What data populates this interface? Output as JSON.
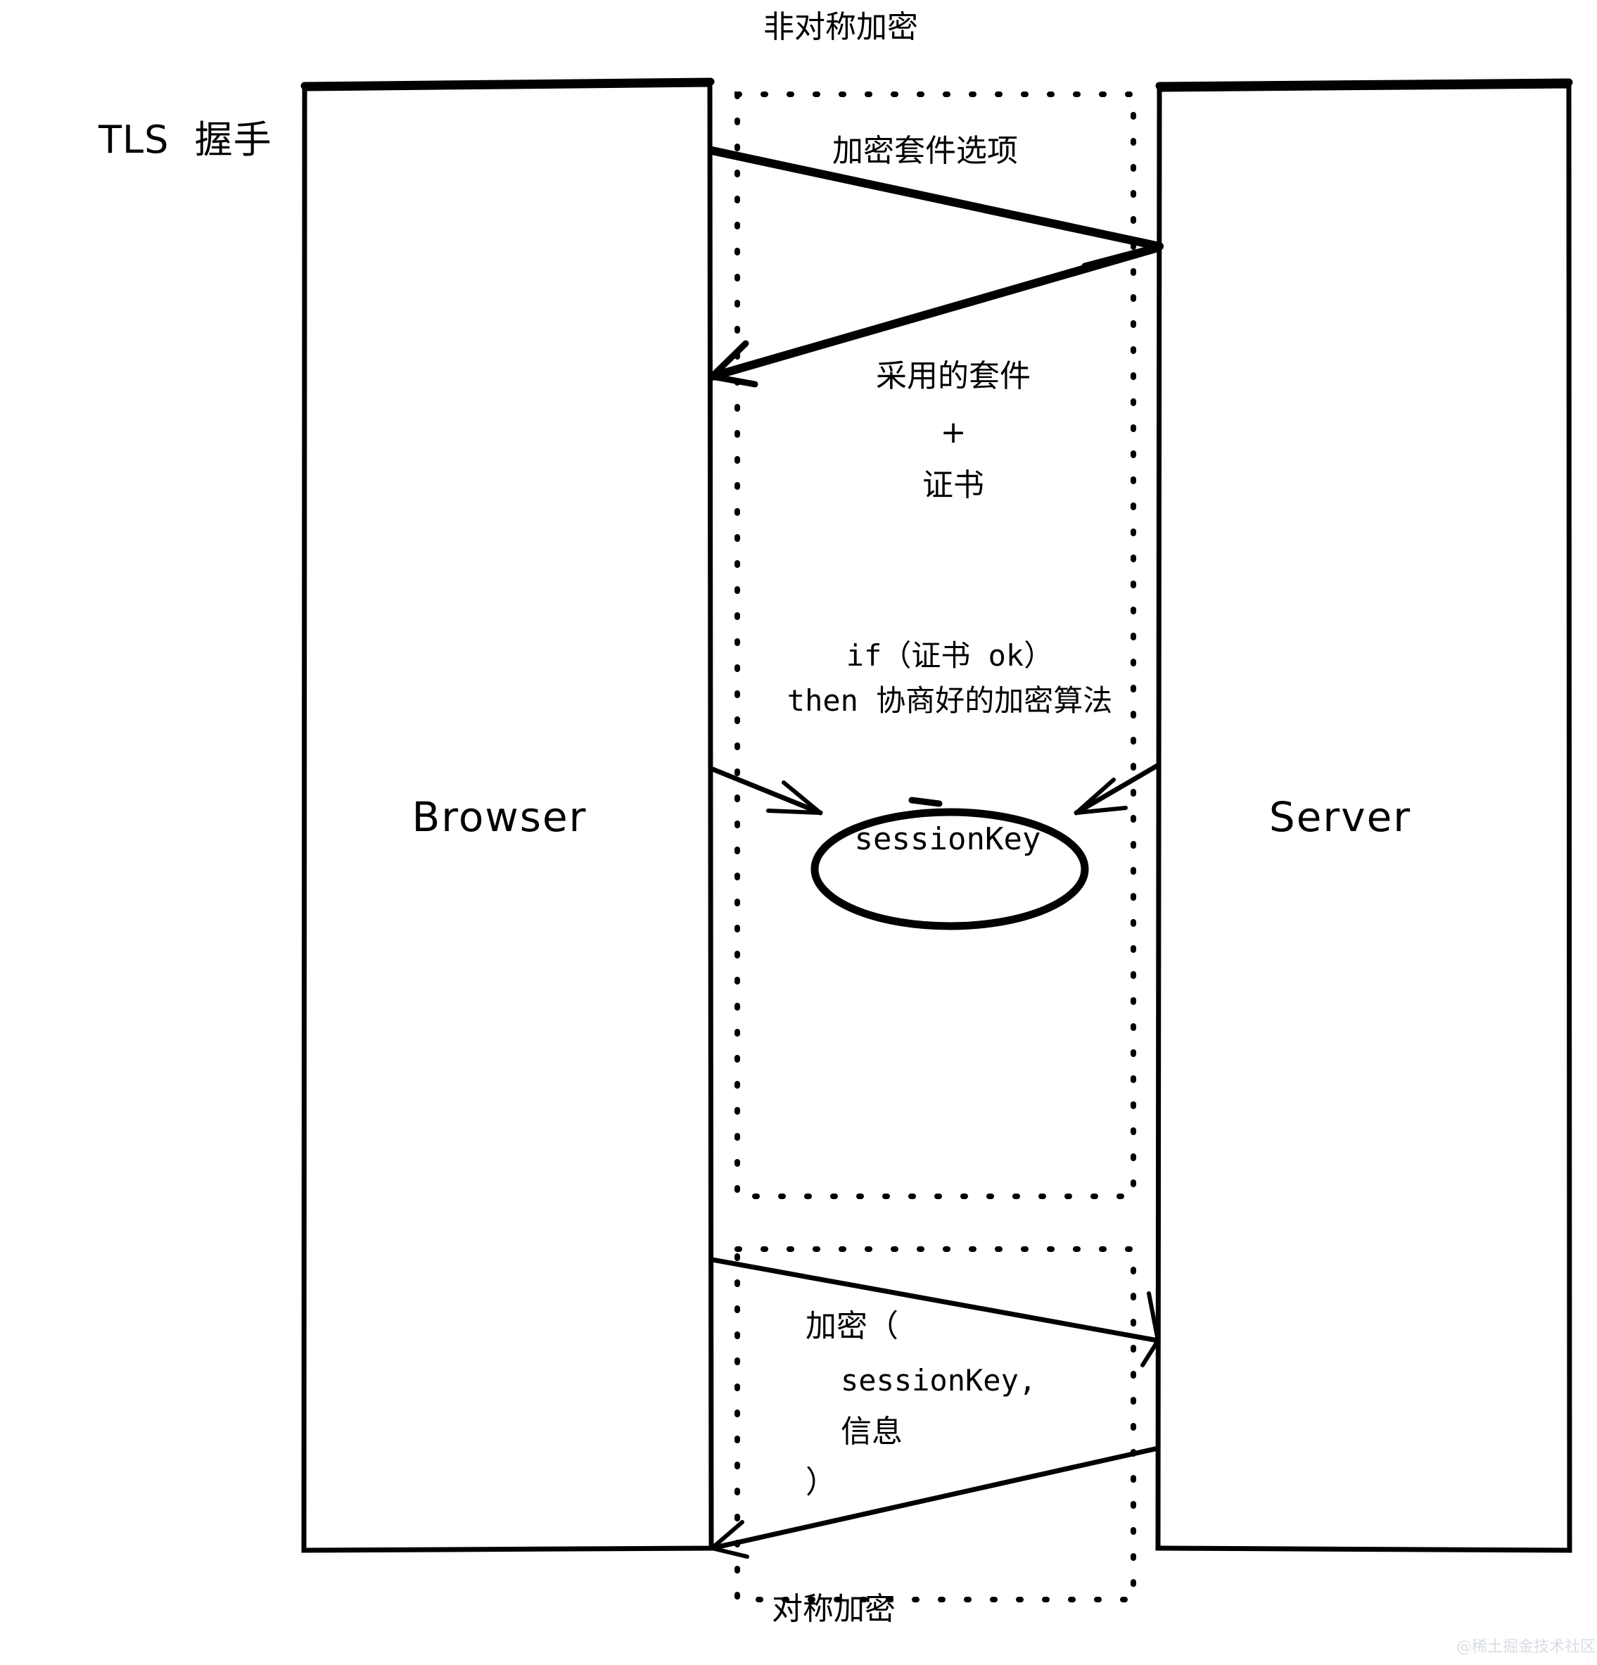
{
  "diagram": {
    "title_left": "TLS  握手",
    "top_section_label": "非对称加密",
    "bottom_section_label": "对称加密",
    "actors": {
      "left": "Browser",
      "right": "Server"
    },
    "messages": {
      "client_hello": "加密套件选项",
      "server_hello_line1": "采用的套件",
      "server_hello_line2": "+",
      "server_hello_line3": "证书",
      "condition_line1": "if（证书 ok）",
      "condition_line2": "then 协商好的加密算法",
      "session_key": "sessionKey",
      "encrypted_line1": "加密（",
      "encrypted_line2": "sessionKey,",
      "encrypted_line3": "信息",
      "encrypted_line4": "）"
    },
    "watermark": "@稀土掘金技术社区",
    "colors": {
      "stroke": "#000000",
      "background": "#ffffff",
      "watermark": "#d8dce2"
    }
  }
}
